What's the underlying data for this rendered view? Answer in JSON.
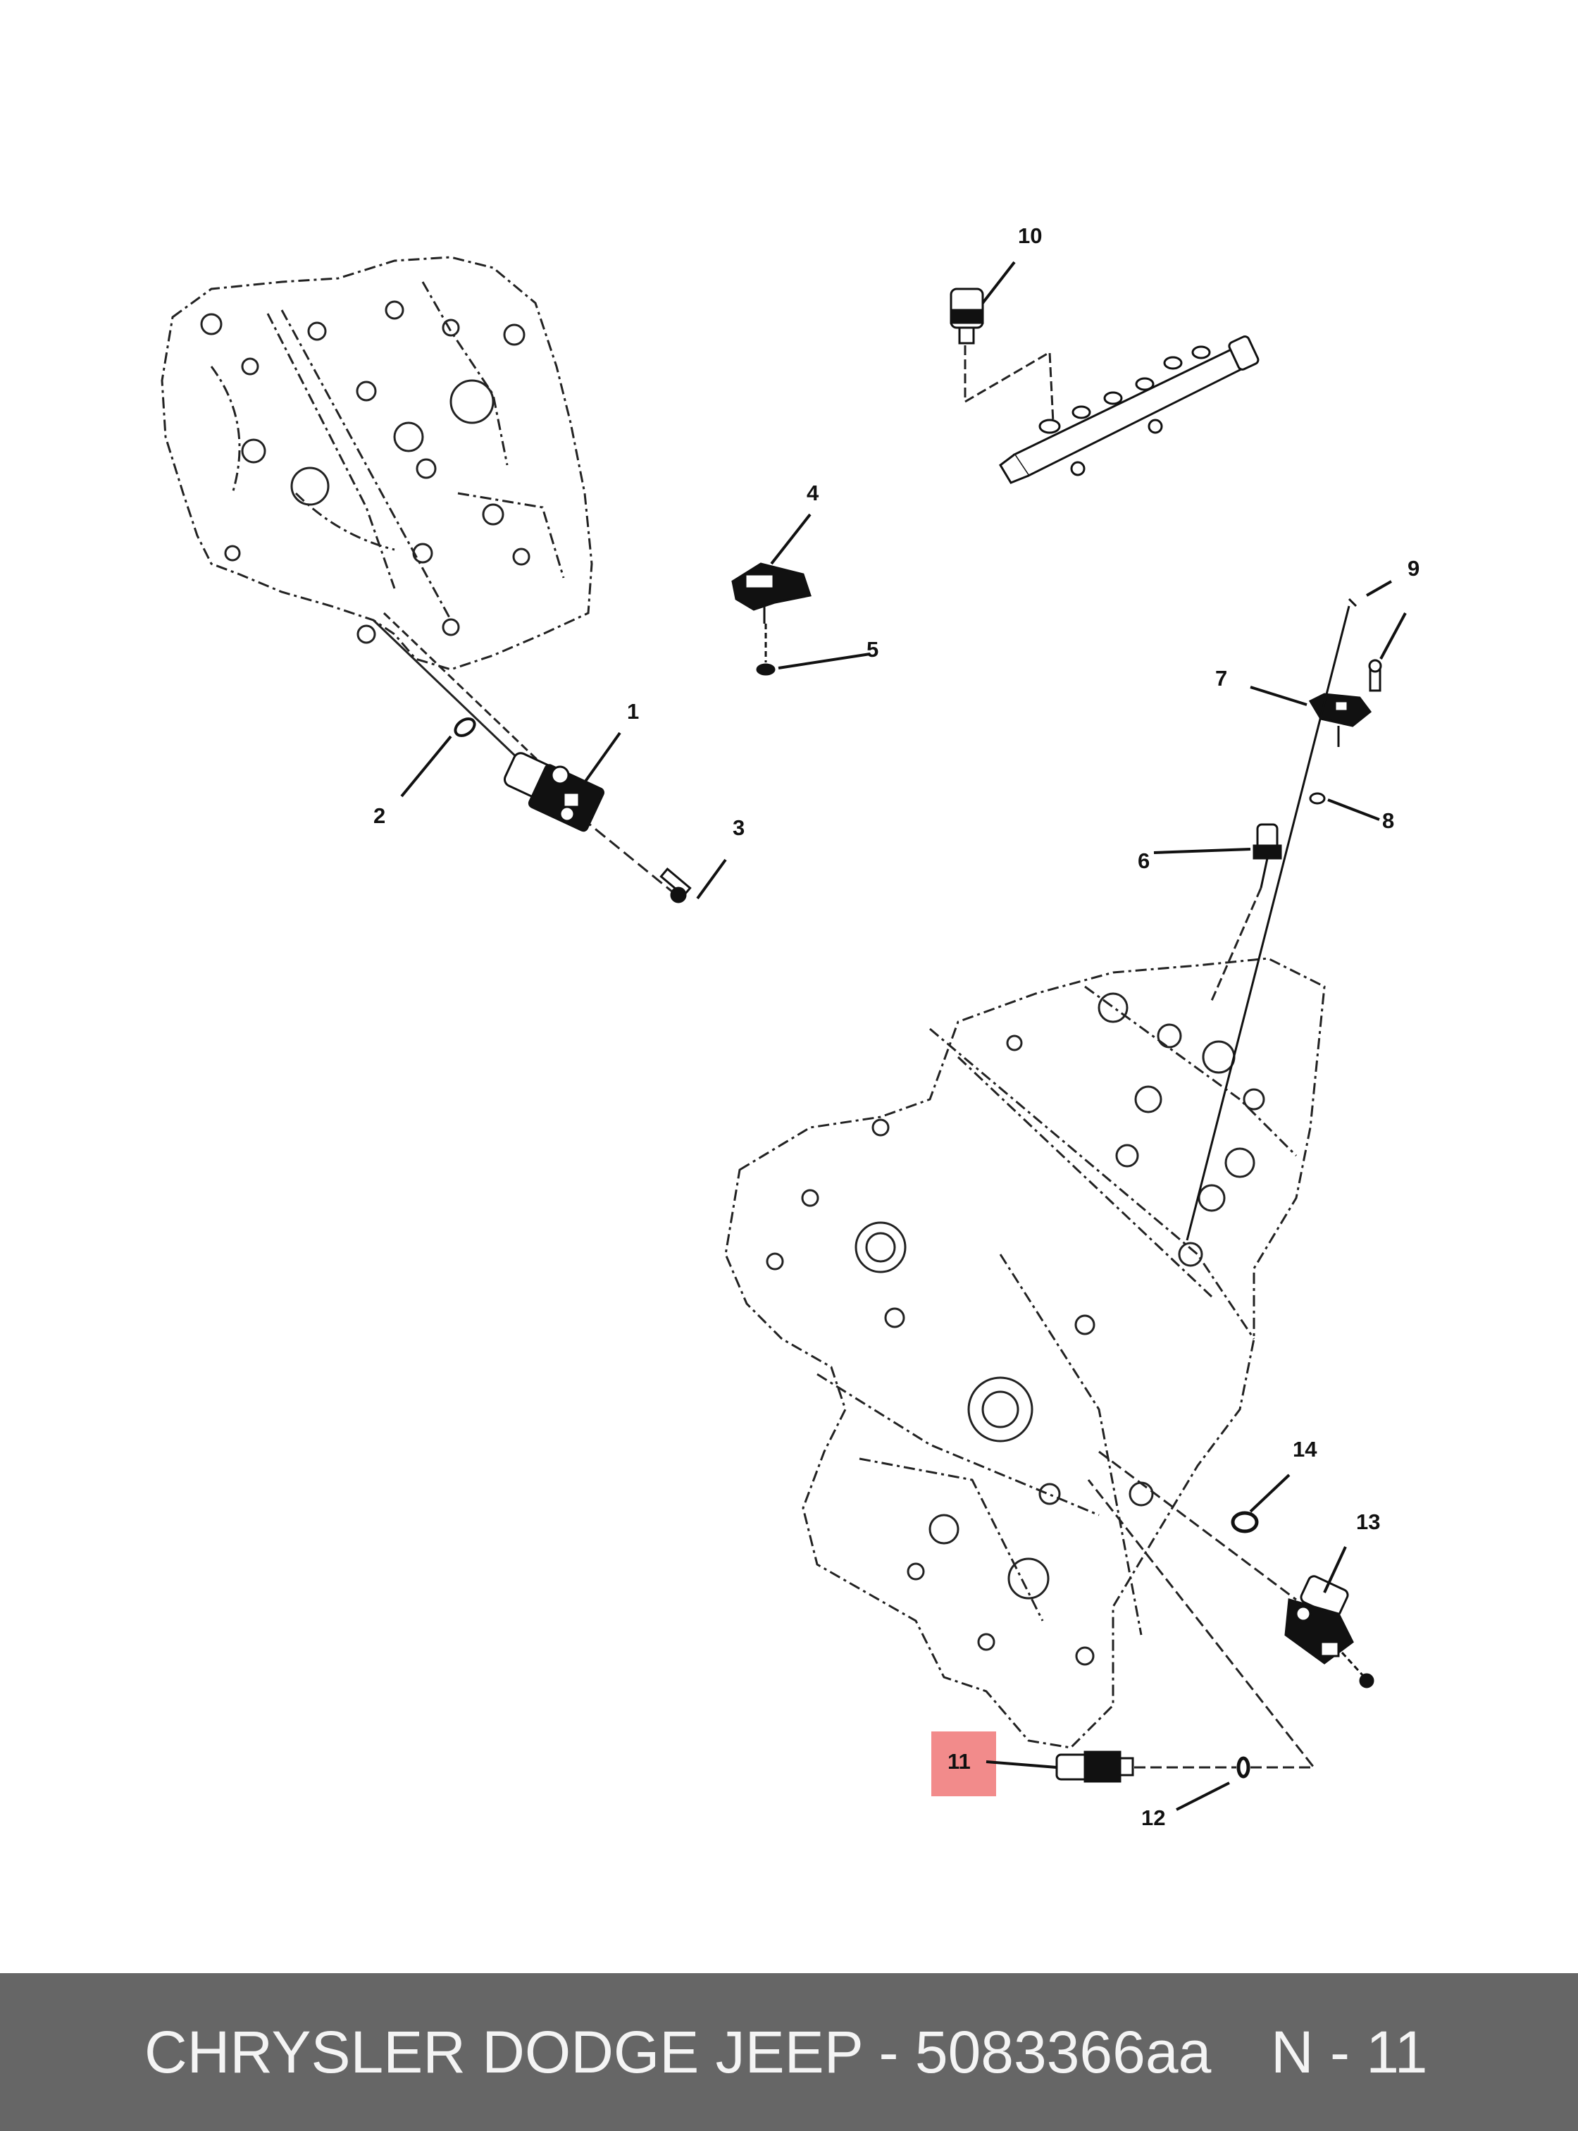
{
  "diagram": {
    "callouts": [
      "1",
      "2",
      "3",
      "4",
      "5",
      "6",
      "7",
      "8",
      "9",
      "10",
      "11",
      "12",
      "13",
      "14"
    ],
    "highlighted_callout": "11",
    "highlight_color": "#f28b8b"
  },
  "footer": {
    "text": "CHRYSLER DODGE JEEP - 5083366aa",
    "page_code": "N - 11",
    "background": "#666666"
  }
}
